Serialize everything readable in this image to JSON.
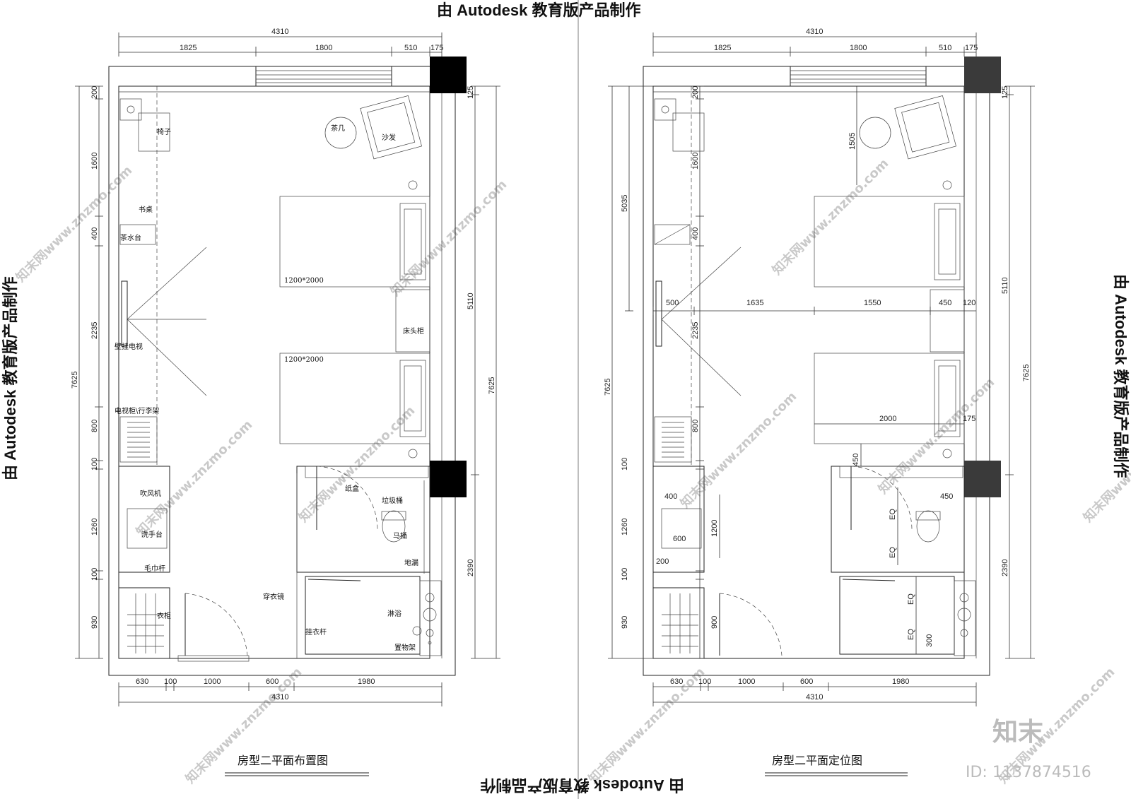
{
  "stamp_text": "由 Autodesk 教育版产品制作",
  "left_plan": {
    "title": "房型二平面布置图",
    "top_total": "4310",
    "top_segments": [
      "1825",
      "1800",
      "510",
      "175"
    ],
    "bottom_total": "4310",
    "bottom_segments": [
      "630",
      "100",
      "1000",
      "600",
      "1980"
    ],
    "left_segments": [
      "200",
      "1600",
      "400",
      "2235",
      "800",
      "100",
      "1260",
      "100",
      "930"
    ],
    "left_total": "7625",
    "right_segments": [
      "125",
      "5110",
      "2390"
    ],
    "right_total": "7625",
    "labels": {
      "chair": "椅子",
      "tea_table": "茶几",
      "sofa": "沙发",
      "desk": "书桌",
      "tea_station": "茶水台",
      "bed1": "1200*2000",
      "bed2": "1200*2000",
      "nightstand": "床头柜",
      "wall_tv": "壁挂电视",
      "tv_cabinet": "电视柜\\行李架",
      "hair_dryer": "吹风机",
      "wash_basin": "洗手台",
      "towel_rack": "毛巾杆",
      "wardrobe": "衣柜",
      "mirror": "穿衣镜",
      "tissue_box": "纸盒",
      "trash_bin": "垃圾桶",
      "toilet": "马桶",
      "floor_drain": "地漏",
      "shower": "淋浴",
      "hanger_rod": "挂衣杆",
      "shelf": "置物架"
    }
  },
  "right_plan": {
    "title": "房型二平面定位图",
    "top_total": "4310",
    "top_segments": [
      "1825",
      "1800",
      "510",
      "175"
    ],
    "bottom_total": "4310",
    "bottom_segments": [
      "630",
      "100",
      "1000",
      "600",
      "1980"
    ],
    "left_outer": [
      "5035",
      "7625"
    ],
    "left_segments": [
      "200",
      "1600",
      "400",
      "2235",
      "800",
      "100",
      "1260",
      "100",
      "930"
    ],
    "right_segments": [
      "125",
      "5110",
      "2390"
    ],
    "right_total": "7625",
    "inner_dims": {
      "d1505": "1505",
      "d500": "500",
      "d1635": "1635",
      "d1550": "1550",
      "d450a": "450",
      "d120": "120",
      "d2000": "2000",
      "d175": "175",
      "d450b": "450",
      "d400": "400",
      "d600": "600",
      "d200": "200",
      "d1200": "1200",
      "d900": "900",
      "d450c": "450",
      "eq1": "EQ",
      "eq2": "EQ",
      "eq3": "EQ",
      "eq4": "EQ",
      "d300": "300"
    }
  },
  "watermark": "知末网www.znzmo.com",
  "logo_text": "知末",
  "id_text": "ID: 1137874516"
}
